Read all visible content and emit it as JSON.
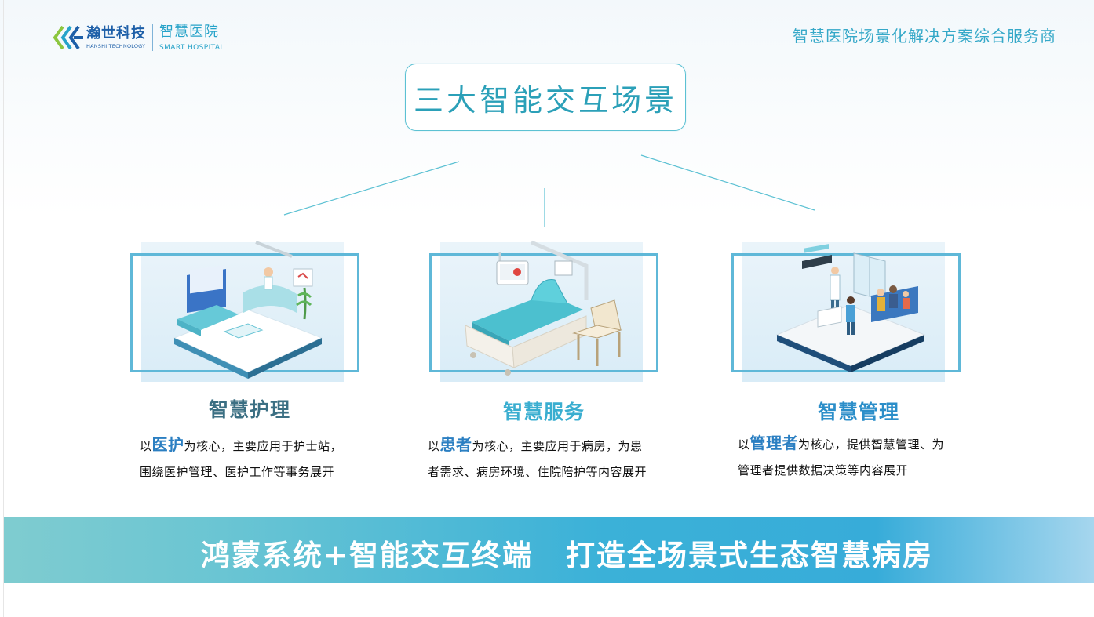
{
  "header": {
    "brand_cn": "瀚世科技",
    "brand_en": "HANSHI TECHNOLOGY",
    "product_cn": "智慧医院",
    "product_en": "SMART HOSPITAL",
    "tagline": "智慧医院场景化解决方案综合服务商"
  },
  "main_title": "三大智能交互场景",
  "scenes": [
    {
      "title": "智慧护理",
      "lead": "以",
      "emphasis": "医护",
      "line1_rest": "为核心，主要应用于护士站，",
      "line2": "围绕医护管理、医护工作等事务展开",
      "title_color": "#3b6f83"
    },
    {
      "title": "智慧服务",
      "lead": "以",
      "emphasis": "患者",
      "line1_rest": "为核心，主要应用于病房，为患",
      "line2": "者需求、病房环境、住院陪护等内容展开",
      "title_color": "#3aaed0"
    },
    {
      "title": "智慧管理",
      "lead": "以",
      "emphasis": "管理者",
      "line1_rest": "为核心，提供智慧管理、为",
      "line2": "管理者提供数据决策等内容展开",
      "title_color": "#2b8ec9"
    }
  ],
  "banner": {
    "part1": "鸿蒙系统+智能交互终端",
    "part2": "打造全场景式生态智慧病房"
  },
  "colors": {
    "accent": "#35a8c8",
    "brand_blue": "#1d5fa8",
    "emphasis_blue": "#2b7fc2",
    "banner_start": "#7fccd0",
    "banner_end": "#a6d6ee"
  }
}
